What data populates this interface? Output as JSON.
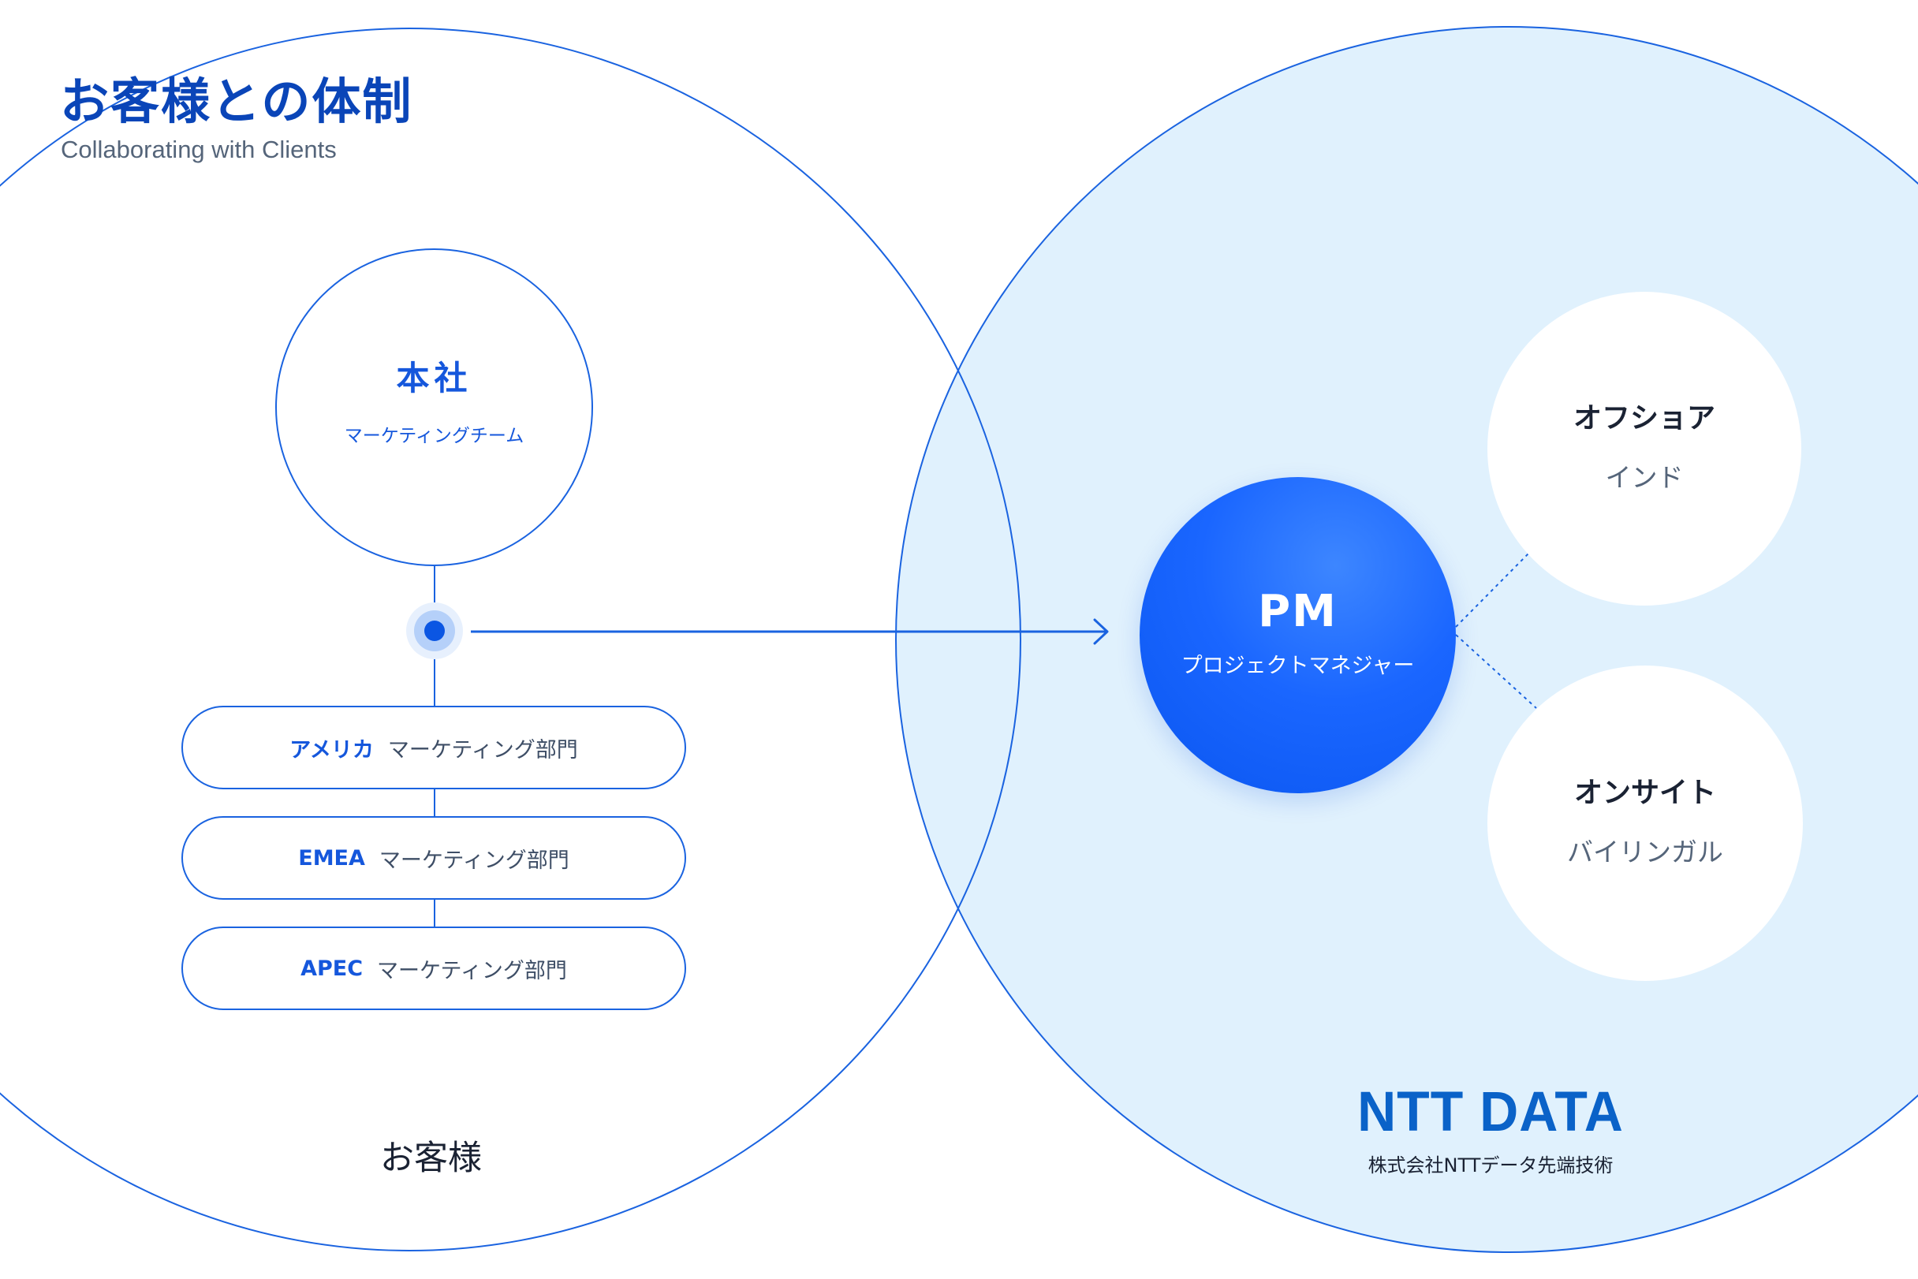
{
  "header": {
    "title": "お客様との体制",
    "subtitle": "Collaborating with Clients"
  },
  "client": {
    "hq": {
      "name": "本社",
      "team": "マーケティングチーム"
    },
    "departments": [
      {
        "region": "アメリカ",
        "dept": "マーケティング部門"
      },
      {
        "region": "EMEA",
        "dept": "マーケティング部門"
      },
      {
        "region": "APEC",
        "dept": "マーケティング部門"
      }
    ],
    "label": "お客様"
  },
  "vendor": {
    "pm": {
      "name": "PM",
      "role": "プロジェクトマネジャー"
    },
    "offshore": {
      "title": "オフショア",
      "sub": "インド"
    },
    "onsite": {
      "title": "オンサイト",
      "sub": "バイリンガル"
    },
    "logo": {
      "word": "NTT DATA",
      "company": "株式会社NTTデータ先端技術"
    }
  },
  "colors": {
    "accent": "#1a63e0",
    "pm_fill": "#0a56f0",
    "vendor_area": "#e0f1fd",
    "logo": "#0a62c8",
    "title": "#0a45b8"
  }
}
